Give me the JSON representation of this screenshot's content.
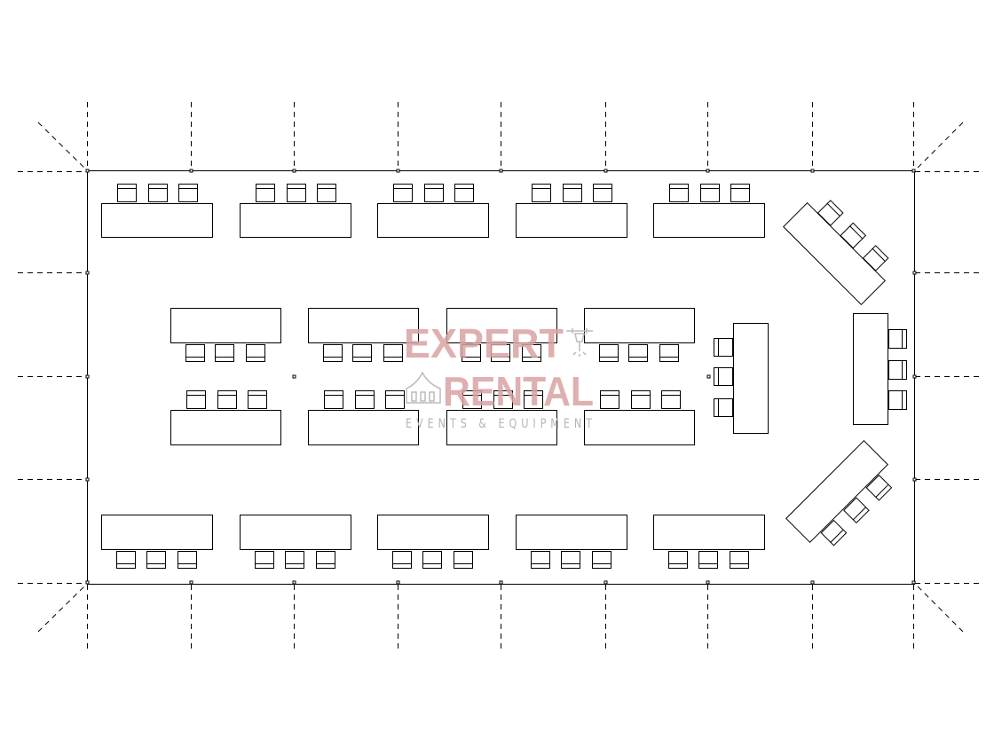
{
  "diagram": {
    "type": "tent floor plan",
    "tables": 22,
    "chairs_per_table": 3
  },
  "watermark": {
    "line1": "EXPERT",
    "line2": "RENTAL",
    "tagline": "EVENTS & EQUIPMENT",
    "color": "#d9a3a3"
  }
}
